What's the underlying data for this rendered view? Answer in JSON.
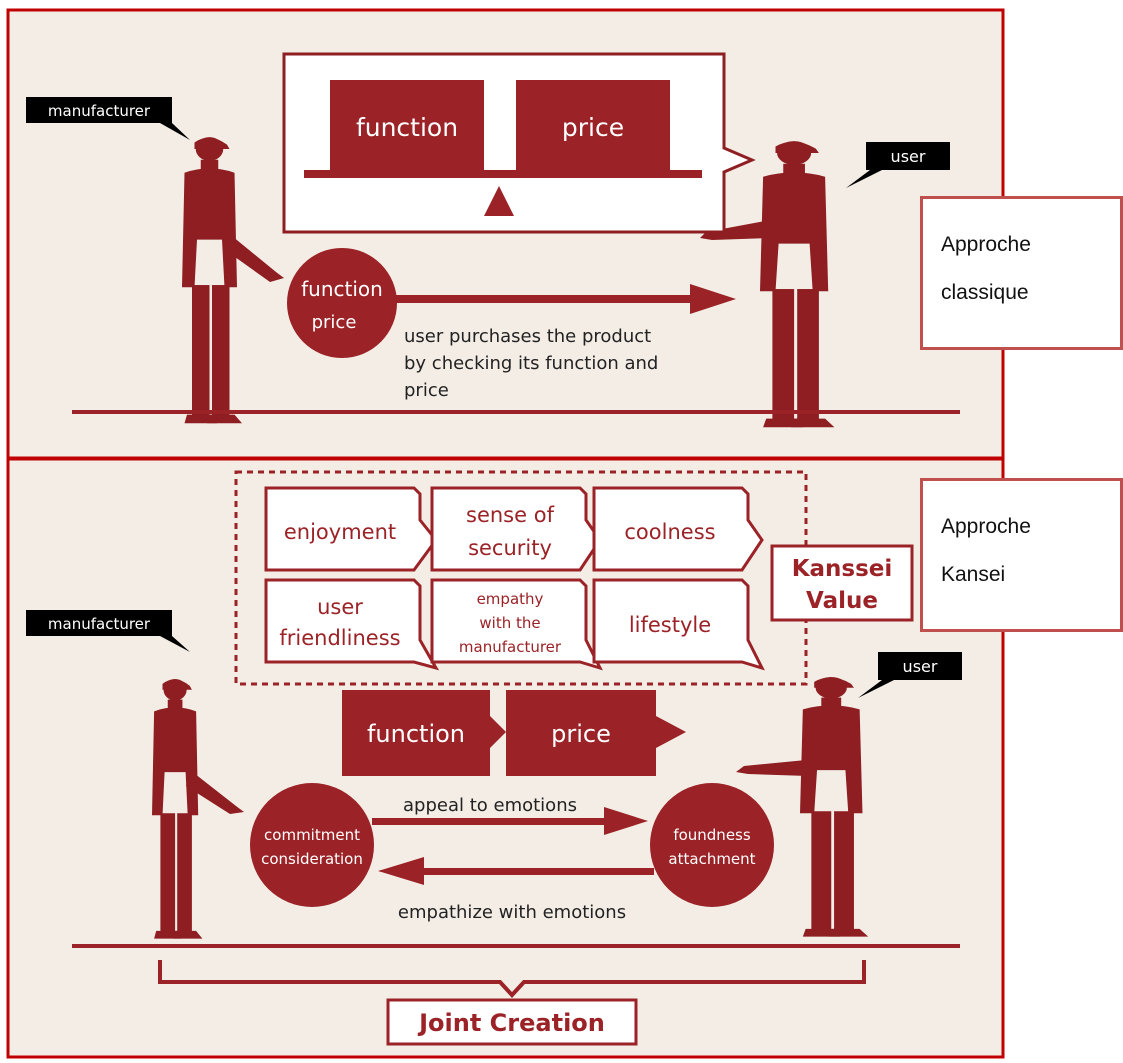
{
  "colors": {
    "accent": "#9b2226",
    "background": "#f3ede6",
    "frame": "#c00000",
    "label_bg": "#000000",
    "side_border": "#c0504d"
  },
  "top_panel": {
    "manufacturer_label": "manufacturer",
    "user_label": "user",
    "scale_left": "function",
    "scale_right": "price",
    "circle_line1": "function",
    "circle_line2": "price",
    "caption": [
      "user purchases the product",
      "by checking its function and",
      "price"
    ]
  },
  "bottom_panel": {
    "manufacturer_label": "manufacturer",
    "user_label": "user",
    "kansei_values": [
      [
        "enjoyment"
      ],
      [
        "sense of",
        "security"
      ],
      [
        "coolness"
      ],
      [
        "user",
        "friendliness"
      ],
      [
        "empathy",
        "with the",
        "manufacturer"
      ],
      [
        "lifestyle"
      ]
    ],
    "kansei_label": [
      "Kanssei",
      "Value"
    ],
    "function_label": "function",
    "price_label": "price",
    "left_circle": [
      "commitment",
      "consideration"
    ],
    "right_circle": [
      "foundness",
      "attachment"
    ],
    "appeal_text": "appeal to emotions",
    "empathize_text": "empathize with emotions",
    "joint_creation": "Joint Creation"
  },
  "side_labels": {
    "classic": [
      "Approche",
      "classique"
    ],
    "kansei": [
      "Approche",
      "Kansei"
    ]
  }
}
